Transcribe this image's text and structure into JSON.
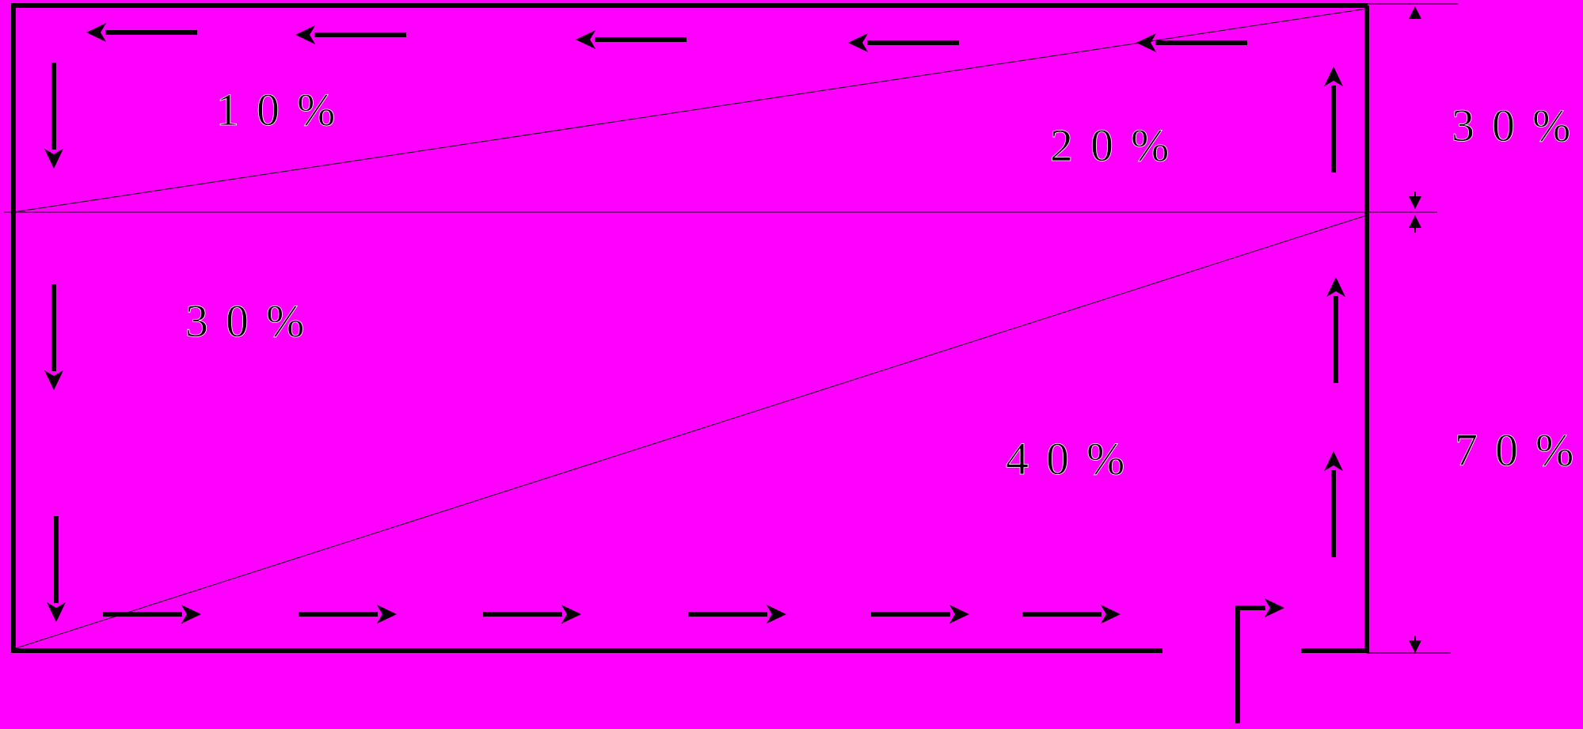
{
  "colors": {
    "background": "#ff00ff",
    "ink": "#000000"
  },
  "region_labels": {
    "upper_left": "10%",
    "upper_right": "20%",
    "lower_left": "30%",
    "lower_right": "40%"
  },
  "dimension_labels": {
    "upper": "30%",
    "lower": "70%"
  }
}
